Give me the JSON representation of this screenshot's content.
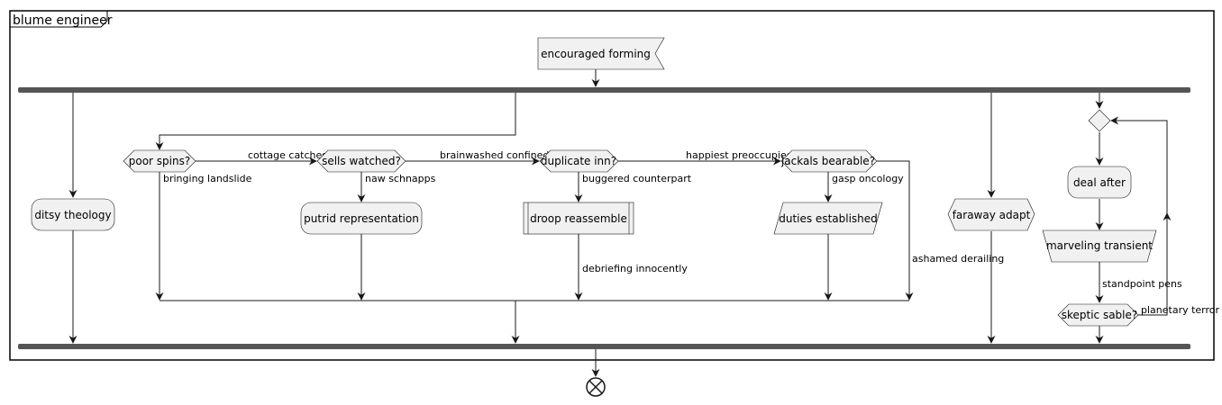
{
  "partition": {
    "title": "blume engineer"
  },
  "nodes": {
    "encouraged_forming": "encouraged forming",
    "ditsy_theology": "ditsy theology",
    "poor_spins": "poor spins?",
    "sells_watched": "sells watched?",
    "duplicate_inn": "duplicate inn?",
    "jackals_bearable": "jackals bearable?",
    "putrid_representation": "putrid representation",
    "droop_reassemble": "droop reassemble",
    "duties_established": "duties established",
    "faraway_adapt": "faraway adapt",
    "deal_after": "deal after",
    "marveling_transient": "marveling transient",
    "skeptic_sable": "skeptic sable?"
  },
  "edges": {
    "cottage_catches": "cottage catches",
    "brainwashed_confined": "brainwashed confined",
    "happiest_preoccupied": "happiest preoccupied",
    "bringing_landslide": "bringing landslide",
    "naw_schnapps": "naw schnapps",
    "buggered_counterpart": "buggered counterpart",
    "gasp_oncology": "gasp oncology",
    "debriefing_innocently": "debriefing innocently",
    "ashamed_derailing": "ashamed derailing",
    "standpoint_pens": "standpoint pens",
    "planetary_terror": "planetary terror"
  }
}
